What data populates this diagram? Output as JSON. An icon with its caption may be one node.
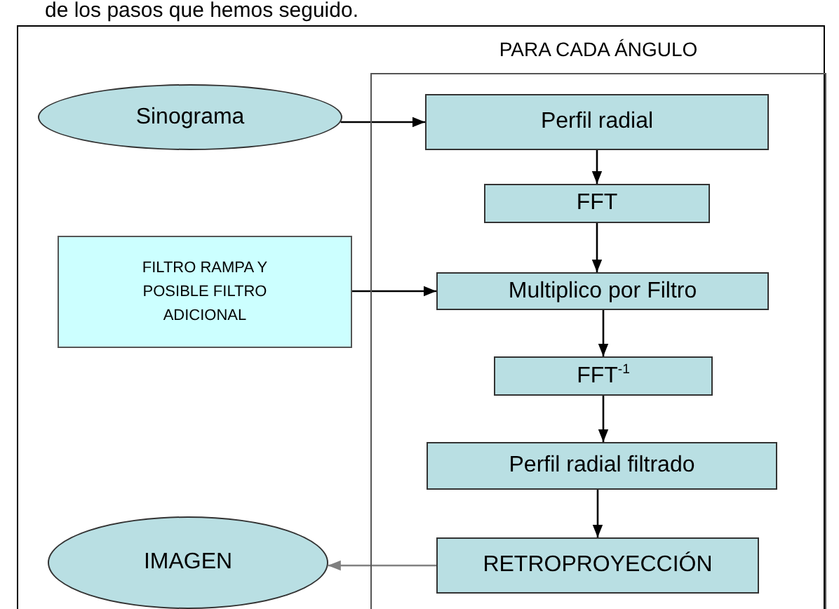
{
  "diagram": {
    "nodes": [
      {
        "text": [
          "PARA CADA ÁNGULO"
        ]
      },
      {
        "text": [
          "Sinograma"
        ]
      },
      {
        "text": [
          "Perfil radial"
        ],
        "in": 0
      },
      {
        "text": [
          "FFT"
        ],
        "in": 0
      },
      {
        "text": [
          "FILTRO RAMPA Y POSIBLE FILTRO ADICIONAL"
        ]
      },
      {
        "text": [
          "Multiplico por Filtro"
        ],
        "in": 0
      },
      {
        "text": [
          "FFT$^{-1}$"
        ],
        "in": 0
      },
      {
        "text": [
          "Perfil radial filtrado"
        ],
        "in": 0
      },
      {
        "text": [
          "IMAGEN"
        ]
      },
      {
        "text": [
          "RETROPROYECCIÓN"
        ],
        "in": 0
      }
    ],
    "edges": [
      {
        "from": 1,
        "to": 2,
        "arrow": "to"
      },
      {
        "from": 2,
        "to": 3,
        "arrow": "to"
      },
      {
        "from": 3,
        "to": 5,
        "arrow": "to"
      },
      {
        "from": 4,
        "to": 5,
        "arrow": "to"
      },
      {
        "from": 5,
        "to": 6,
        "arrow": "to"
      },
      {
        "from": 6,
        "to": 7,
        "arrow": "to"
      },
      {
        "from": 7,
        "to": 9,
        "arrow": "to"
      },
      {
        "from": 9,
        "to": 8,
        "arrow": "to",
        "color": "#808080"
      }
    ],
    "labels": [
      "de los pasos que hemos seguido."
    ]
  }
}
